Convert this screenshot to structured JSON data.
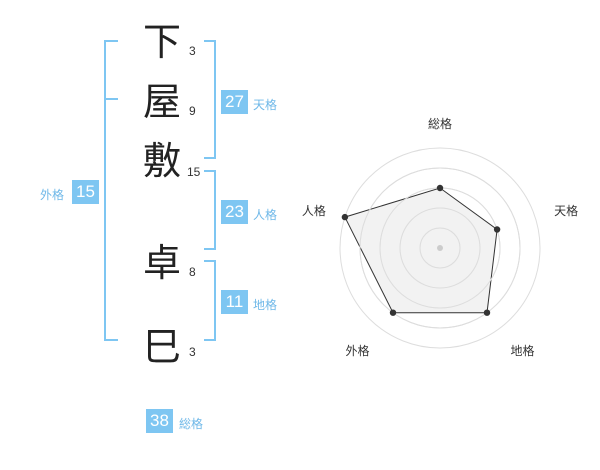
{
  "name": {
    "chars": [
      {
        "char": "下",
        "strokes": "3"
      },
      {
        "char": "屋",
        "strokes": "9"
      },
      {
        "char": "敷",
        "strokes": "15"
      },
      {
        "char": "卓",
        "strokes": "8"
      },
      {
        "char": "巳",
        "strokes": "3"
      }
    ]
  },
  "fortunes": {
    "tenkaku": {
      "value": "27",
      "label": "天格"
    },
    "jinkaku": {
      "value": "23",
      "label": "人格"
    },
    "chikaku": {
      "value": "11",
      "label": "地格"
    },
    "gaikaku": {
      "value": "15",
      "label": "外格"
    },
    "soukaku": {
      "value": "38",
      "label": "総格"
    }
  },
  "chart_data": {
    "type": "radar",
    "axes": [
      "総格",
      "天格",
      "地格",
      "外格",
      "人格"
    ],
    "values": [
      3,
      3,
      4,
      4,
      5
    ],
    "rmax": 5,
    "rings": 5,
    "colors": {
      "fill": "#eeeeee",
      "stroke": "#333333",
      "point": "#333333",
      "ring": "#dddddd",
      "center": "#cccccc"
    }
  }
}
